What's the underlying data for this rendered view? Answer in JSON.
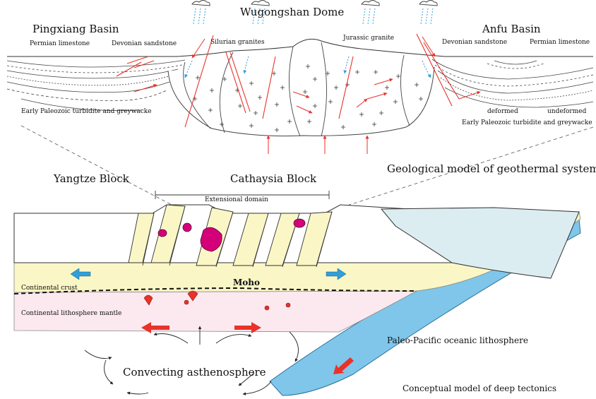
{
  "upper_model": {
    "title": "Wugongshan Dome",
    "left_basin": "Pingxiang Basin",
    "right_basin": "Anfu Basin",
    "labels": {
      "permian_limestone_left": "Permian limestone",
      "devonian_sandstone_left": "Devonian sandstone",
      "silurian_granites": "Silurian granites",
      "jurassic_granite": "Jurassic granite",
      "devonian_sandstone_right": "Devonian sandstone",
      "permian_limestone_right": "Permian limestone",
      "turbidite_left": "Early Paleozoic turbidite and greywacke",
      "deformed": "deformed",
      "undeformed": "undeformed",
      "turbidite_right": "Early Paleozoic turbidite and greywacke"
    },
    "caption": "Geological model of geothermal system"
  },
  "lower_model": {
    "yangtze_block": "Yangtze Block",
    "cathaysia_block": "Cathaysia Block",
    "extensional_domain": "Extensional domain",
    "moho": "Moho",
    "continental_crust": "Continental crust",
    "continental_lithosphere_mantle": "Continental lithosphere mantle",
    "convecting_asthenosphere": "Convecting asthenosphere",
    "oceanic_lithosphere": "Paleo-Pacific oceanic lithosphere",
    "caption": "Conceptual  model of deep tectonics"
  },
  "colors": {
    "fault_red": "#e8322a",
    "flow_blue": "#2f9fd8",
    "crust_yellow": "#fbf6c6",
    "mantle_pink": "#fbe9ef",
    "ocean_blue": "#7fc6ea",
    "sea_surface": "#dcedf2",
    "granite_magenta": "#d4007a"
  }
}
